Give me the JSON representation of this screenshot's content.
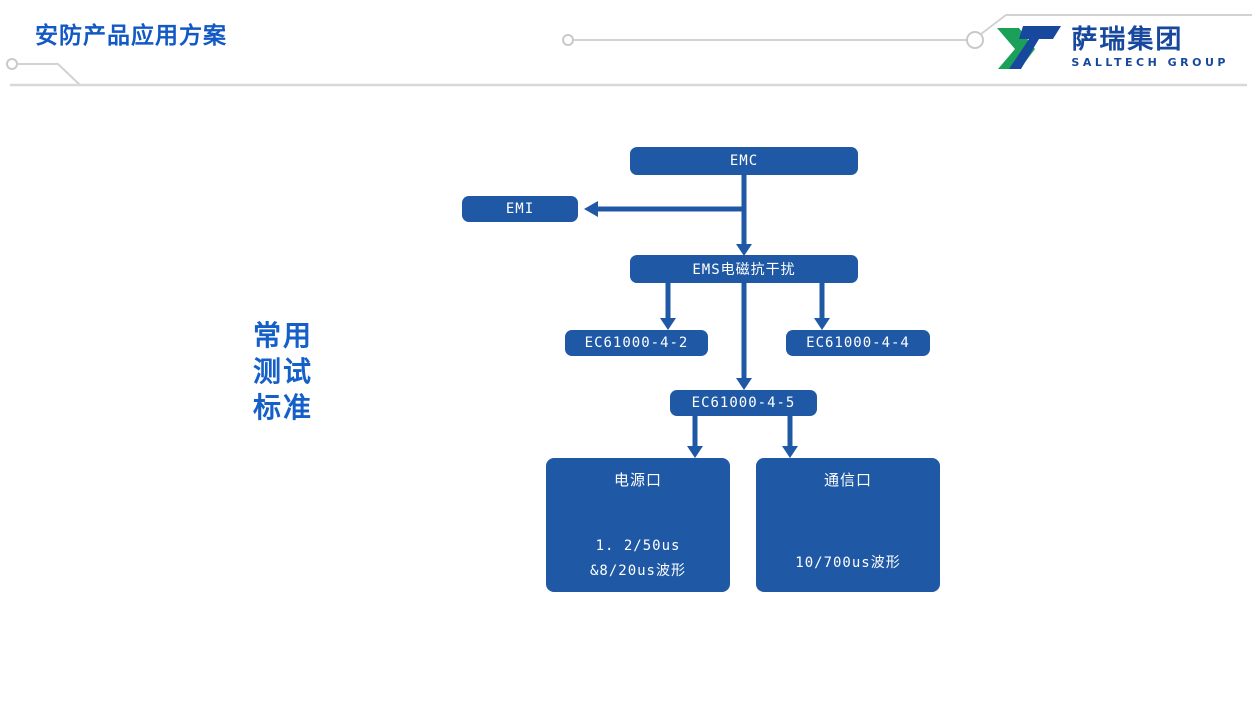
{
  "header": {
    "title": "安防产品应用方案",
    "logo": {
      "name": "萨瑞集团",
      "subtitle": "SALLTECH GROUP"
    }
  },
  "side_label": {
    "line1": "常用",
    "line2": "测试",
    "line3": "标准"
  },
  "diagram": {
    "emc": "EMC",
    "emi": "EMI",
    "ems": "EMS电磁抗干扰",
    "ec61000_4_2": "EC61000-4-2",
    "ec61000_4_4": "EC61000-4-4",
    "ec61000_4_5": "EC61000-4-5",
    "power_port": {
      "title": "电源口",
      "wave_line1": "1. 2/50us",
      "wave_line2": "&8/20us波形"
    },
    "comm_port": {
      "title": "通信口",
      "wave_line1": "10/700us波形"
    }
  },
  "colors": {
    "title_blue": "#1259c6",
    "node_blue": "#1f58a4",
    "deco_gray": "#d2d2d2"
  }
}
